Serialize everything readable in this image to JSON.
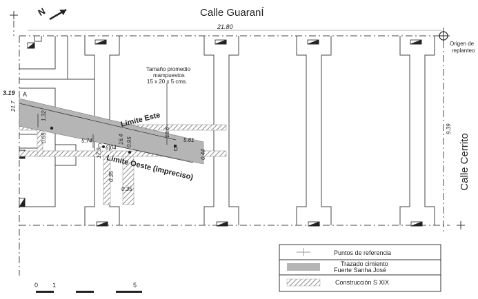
{
  "labels": {
    "north": "N",
    "street_top": "Calle GuaranÍ",
    "street_right": "Calle Cerrito",
    "origin_line1": "Origen de",
    "origin_line2": "replanteo",
    "point_a": "A",
    "point_c": "C",
    "point_d": "D",
    "limit_east": "Límite Este",
    "limit_west": "Límite Oeste (impreciso)",
    "note_line1": "Tamaño promedio",
    "note_line2": "mampuestos",
    "note_line3": "15 x 20 x 5 cms."
  },
  "dimensions": {
    "top_width": "21.80",
    "right_height": "9.39",
    "left_offset": "3.19",
    "left_vertical": "21.7",
    "d1": "1.32",
    "d2": "0.65",
    "d3": "5.74",
    "d4": "6.04",
    "d5": "16.4",
    "d6": "0.95",
    "d7": "17.9",
    "d8": "13.6",
    "d9": "5.61",
    "d10": "0.44",
    "d11": "0.35",
    "d12": "0.35"
  },
  "legend": {
    "row1": "Puntos de referencia",
    "row2_line1": "Trazado cimiento",
    "row2_line2": "Fuerte Sanha José",
    "row3": "Construcción S XIX"
  },
  "scale": {
    "tick0": "0",
    "tick1": "1",
    "tick5": "5"
  },
  "colors": {
    "foundation": "#b5b5b5",
    "lines": "#333333",
    "hatch": "#9a9a9a"
  }
}
